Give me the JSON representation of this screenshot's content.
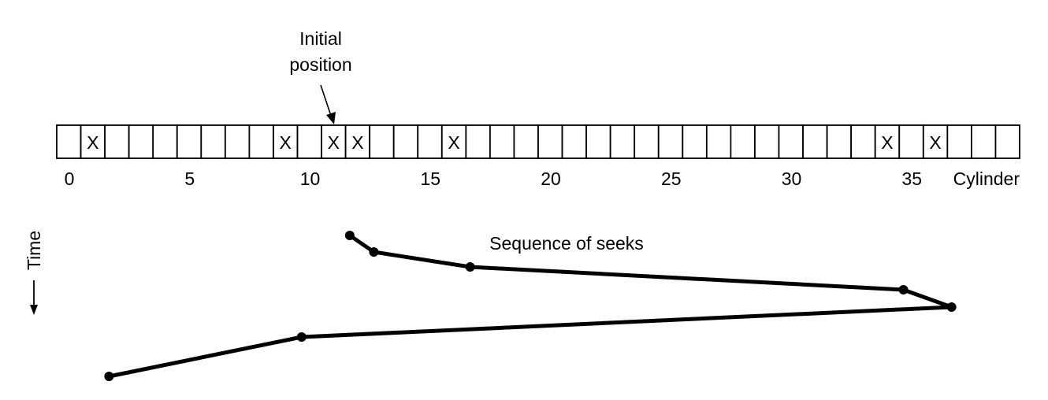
{
  "annotation": {
    "line1": "Initial",
    "line2": "position",
    "target_cylinder": 11
  },
  "cylinder_track": {
    "cell_count": 40,
    "requested_cylinders": [
      1,
      9,
      11,
      12,
      16,
      34,
      36
    ],
    "request_mark": "X",
    "tick_labels": [
      "0",
      "5",
      "10",
      "15",
      "20",
      "25",
      "30",
      "35"
    ],
    "tick_values": [
      0,
      5,
      10,
      15,
      20,
      25,
      30,
      35
    ],
    "axis_label": "Cylinder"
  },
  "time_axis": {
    "label": "Time",
    "direction": "down",
    "arrow_icon": "down-arrow-icon"
  },
  "seek_sequence": {
    "title": "Sequence of seeks",
    "cylinders": [
      12,
      13,
      17,
      35,
      37,
      10,
      2
    ]
  }
}
